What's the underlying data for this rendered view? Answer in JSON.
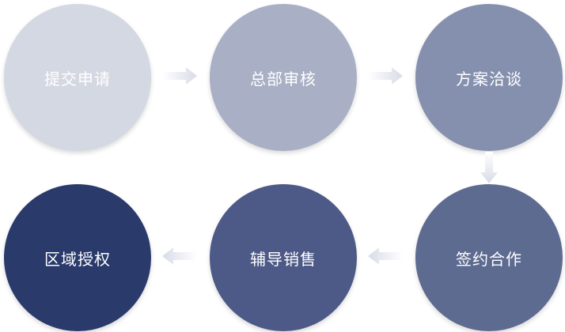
{
  "steps": [
    {
      "label": "提交申请",
      "color": "#d4d8e2"
    },
    {
      "label": "总部审核",
      "color": "#a9b0c5"
    },
    {
      "label": "方案洽谈",
      "color": "#8590ae"
    },
    {
      "label": "签约合作",
      "color": "#5e6b91"
    },
    {
      "label": "辅导销售",
      "color": "#4d5a87"
    },
    {
      "label": "区域授权",
      "color": "#2a3a6b"
    }
  ],
  "arrow_color": "#d8dce6"
}
